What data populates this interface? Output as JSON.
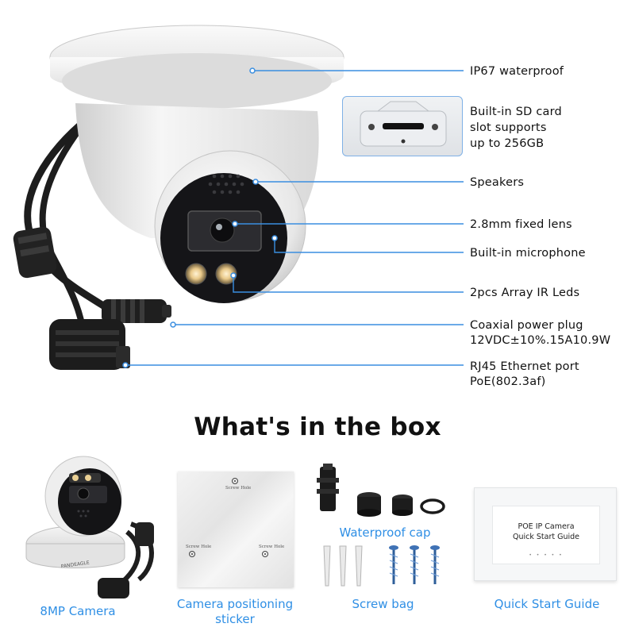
{
  "callouts": {
    "waterproof": "IP67 waterproof",
    "sd_card_1": "Built-in SD card",
    "sd_card_2": "slot supports",
    "sd_card_3": "up to 256GB",
    "speakers": "Speakers",
    "lens": "2.8mm fixed lens",
    "microphone": "Built-in microphone",
    "ir_leds": "2pcs Array IR Leds",
    "power_plug": "Coaxial power plug",
    "power_spec": "12VDC±10%.15A10.9W",
    "ethernet": "RJ45 Ethernet port",
    "poe_spec": "PoE(802.3af)"
  },
  "box": {
    "title": "What's in the box",
    "items": {
      "camera": "8MP Camera",
      "sticker_1": "Camera positioning",
      "sticker_2": "sticker",
      "waterproof_cap": "Waterproof cap",
      "screw_bag": "Screw bag",
      "guide": "Quick Start Guide"
    }
  },
  "guide_card": {
    "line1": "POE IP Camera",
    "line2": "Quick Start Guide"
  },
  "sticker_sheet": {
    "label_top": "Screw Hole",
    "label_left": "Screw Hole",
    "label_right": "Screw Hole"
  },
  "camera_brand": "PANDEAGLE",
  "colors": {
    "accent": "#3a8ee0",
    "caption": "#2f8fe5"
  }
}
